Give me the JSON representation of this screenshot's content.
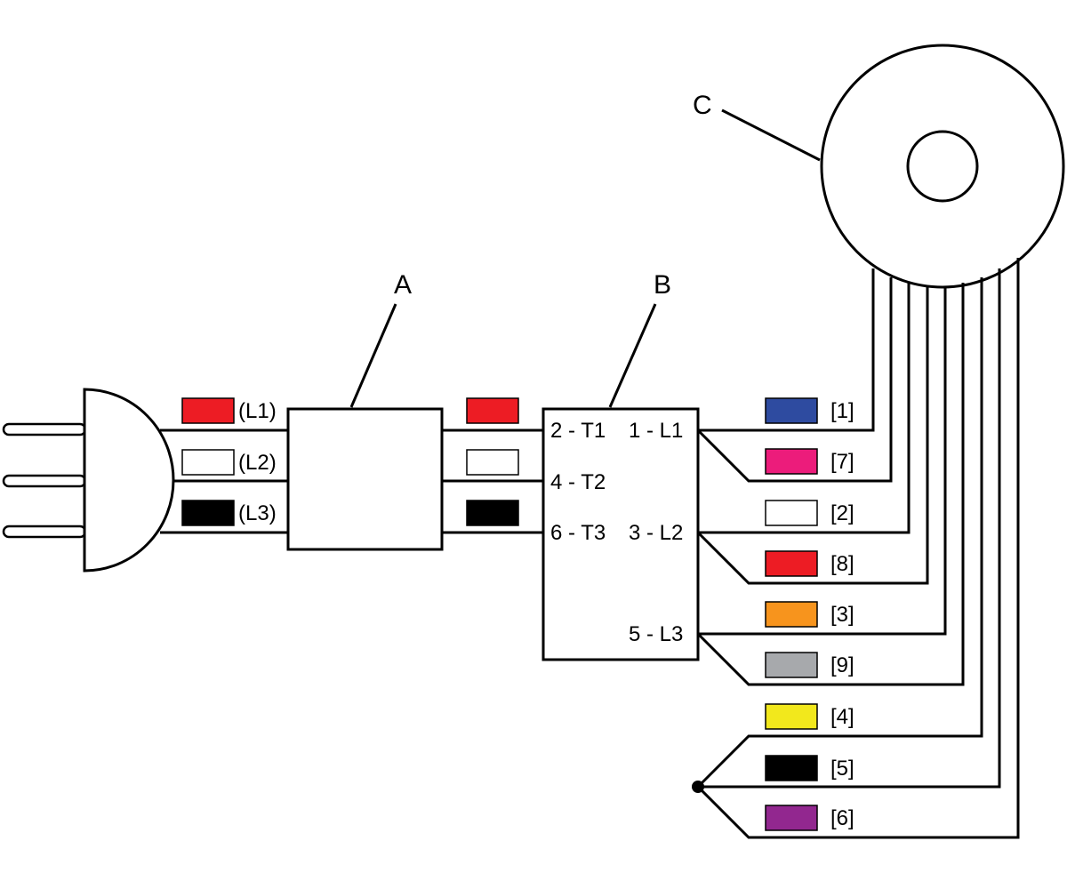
{
  "labels": {
    "a": "A",
    "b": "B",
    "c": "C"
  },
  "plug_wires": [
    {
      "label": "(L1)",
      "color": "#ED1C24"
    },
    {
      "label": "(L2)",
      "color": "#FFFFFF"
    },
    {
      "label": "(L3)",
      "color": "#000000"
    }
  ],
  "mid_wires": [
    {
      "color": "#ED1C24"
    },
    {
      "color": "#FFFFFF"
    },
    {
      "color": "#000000"
    }
  ],
  "terminals": {
    "t1": "2 - T1",
    "t2": "4 - T2",
    "t3": "6 - T3",
    "l1": "1 - L1",
    "l2": "3 - L2",
    "l3": "5 - L3"
  },
  "motor_leads": [
    {
      "label": "[1]",
      "color": "#2E4BA0"
    },
    {
      "label": "[7]",
      "color": "#EC1C7B"
    },
    {
      "label": "[2]",
      "color": "#FFFFFF"
    },
    {
      "label": "[8]",
      "color": "#ED1C24"
    },
    {
      "label": "[3]",
      "color": "#F7941D"
    },
    {
      "label": "[9]",
      "color": "#A7A9AC"
    },
    {
      "label": "[4]",
      "color": "#F2E81C"
    },
    {
      "label": "[5]",
      "color": "#000000"
    },
    {
      "label": "[6]",
      "color": "#92278F"
    }
  ]
}
